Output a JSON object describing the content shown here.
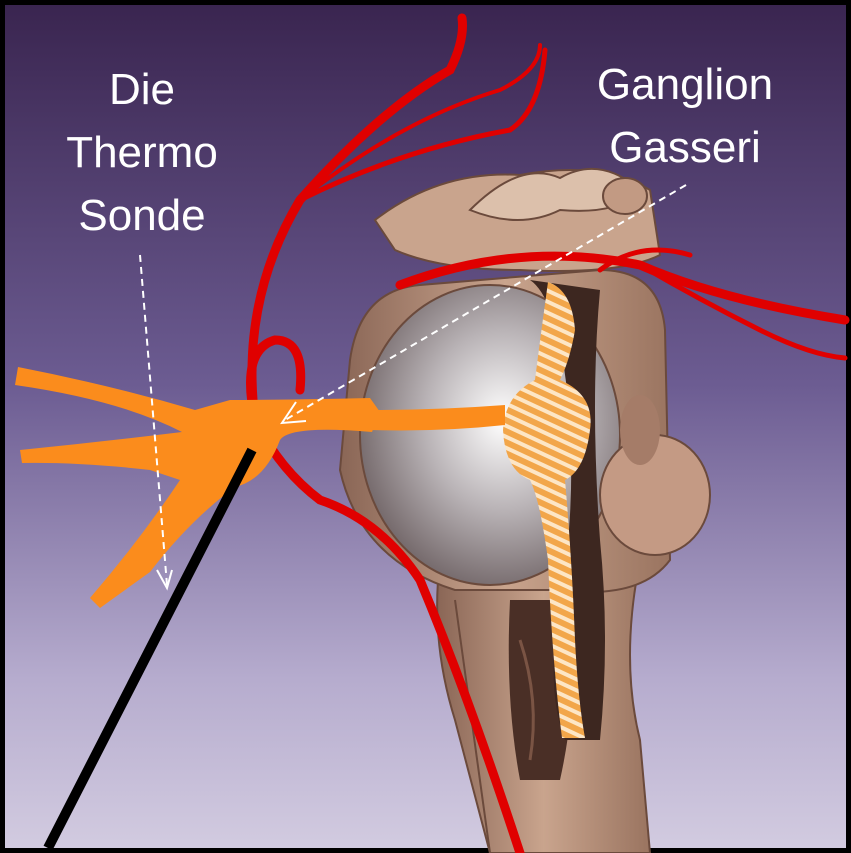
{
  "labels": {
    "probe_line1": "Die",
    "probe_line2": "Thermo",
    "probe_line3": "Sonde",
    "ganglion_line1": "Ganglion",
    "ganglion_line2": "Gasseri"
  }
}
